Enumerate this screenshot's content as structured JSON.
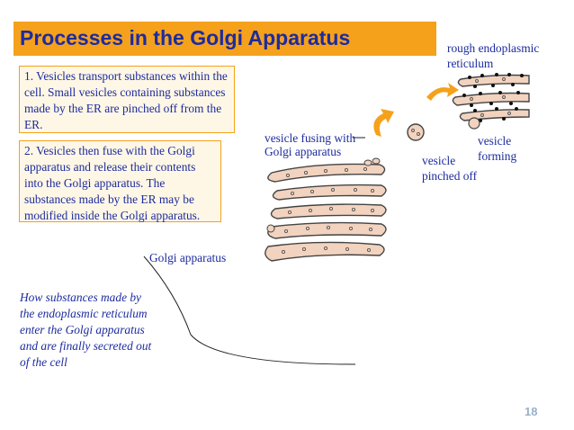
{
  "title": "Processes in the Golgi Apparatus",
  "box1": "1. Vesicles transport substances within the cell. Small vesicles containing substances made by the ER are pinched off from the ER.",
  "box2": "2. Vesicles then fuse with the Golgi apparatus and release their contents into the Golgi apparatus. The substances made by the ER may be modified inside the Golgi apparatus.",
  "labels": {
    "rough_er_1": "rough endoplasmic",
    "rough_er_2": "reticulum",
    "vesicle_forming_1": "vesicle",
    "vesicle_forming_2": "forming",
    "vesicle_pinched_1": "vesicle",
    "vesicle_pinched_2": "pinched off",
    "vesicle_fusing_1": "vesicle fusing with",
    "vesicle_fusing_2": "Golgi apparatus",
    "golgi": "Golgi apparatus"
  },
  "caption": [
    "How substances made by",
    "the endoplasmic reticulum",
    "enter the Golgi apparatus",
    "and are finally secreted out",
    "of the cell"
  ],
  "page_number": "18",
  "colors": {
    "title_bg": "#f5a11c",
    "text": "#1d2b9e",
    "membrane_fill": "#f2d3bf",
    "outline": "#444444",
    "arrow": "#f5a11c"
  }
}
